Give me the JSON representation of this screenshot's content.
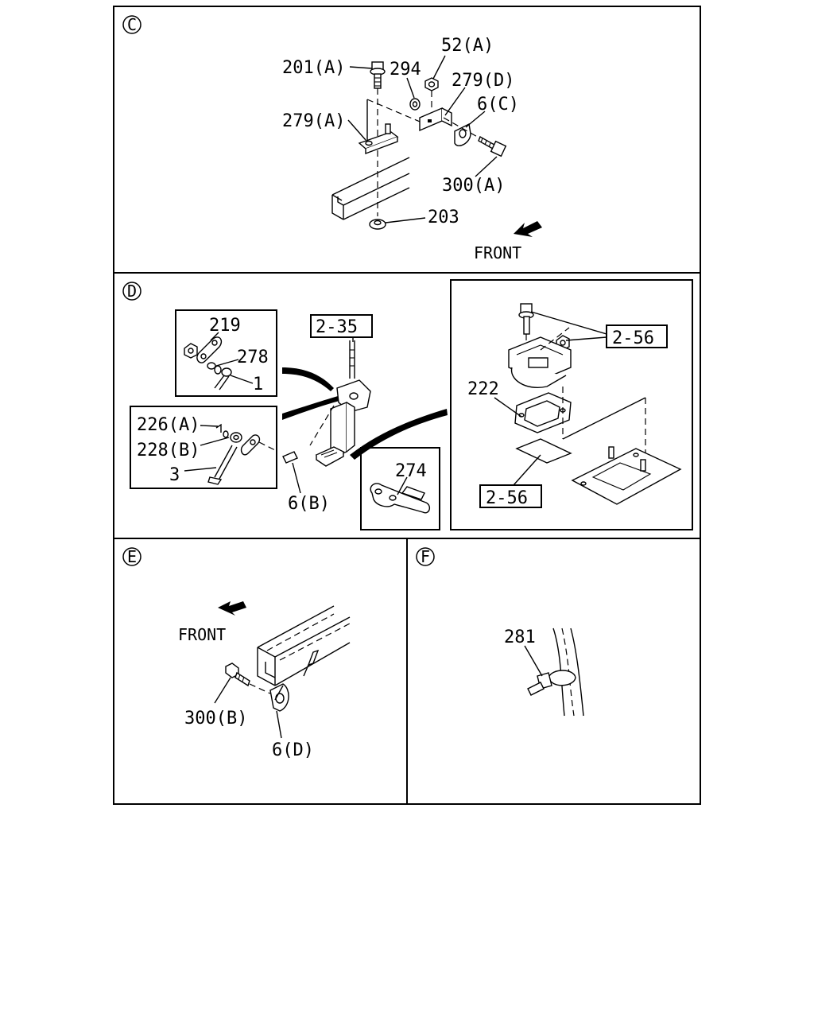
{
  "panels": {
    "C": {
      "id": "C",
      "labels": {
        "p201A": "201(A)",
        "p294": "294",
        "p52A": "52(A)",
        "p279D": "279(D)",
        "p6C": "6(C)",
        "p279A": "279(A)",
        "p300A": "300(A)",
        "p203": "203",
        "front": "FRONT"
      }
    },
    "D": {
      "id": "D",
      "labels": {
        "p219": "219",
        "p278": "278",
        "p1": "1",
        "p235": "2-35",
        "p226A": "226(A)",
        "p228B": "228(B)",
        "p3": "3",
        "p6B": "6(B)",
        "p274": "274",
        "p256a": "2-56",
        "p222": "222",
        "p256b": "2-56"
      }
    },
    "E": {
      "id": "E",
      "labels": {
        "front": "FRONT",
        "p300B": "300(B)",
        "p6D": "6(D)"
      }
    },
    "F": {
      "id": "F",
      "labels": {
        "p281": "281"
      }
    }
  }
}
